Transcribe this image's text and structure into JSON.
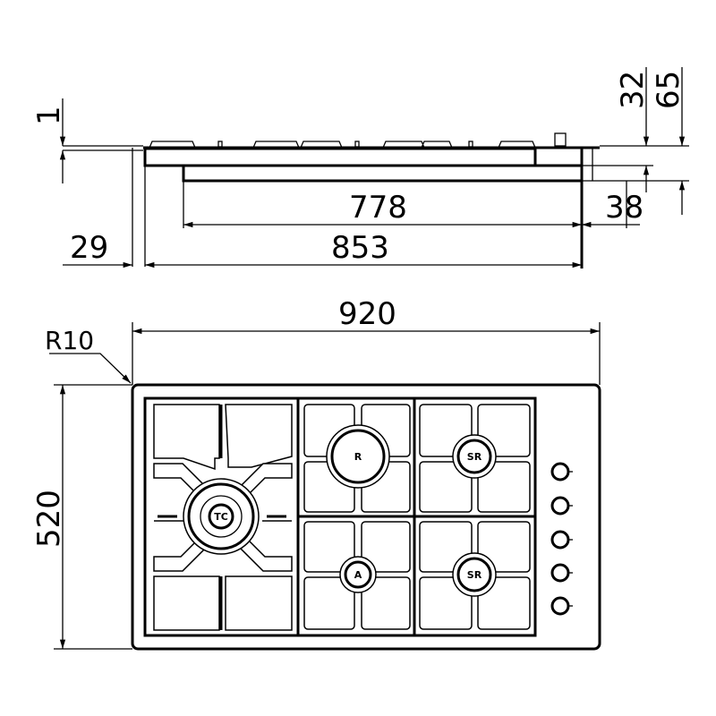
{
  "side_view": {
    "dimensions": {
      "d1": "1",
      "d29": "29",
      "d853": "853",
      "d778": "778",
      "d38": "38",
      "d32": "32",
      "d65": "65"
    }
  },
  "top_view": {
    "dimensions": {
      "width": "920",
      "depth": "520",
      "radius": "R10"
    },
    "burners": [
      {
        "label": "TC"
      },
      {
        "label": "R"
      },
      {
        "label": "SR"
      },
      {
        "label": "A"
      },
      {
        "label": "SR"
      }
    ],
    "knob_count": 5
  }
}
